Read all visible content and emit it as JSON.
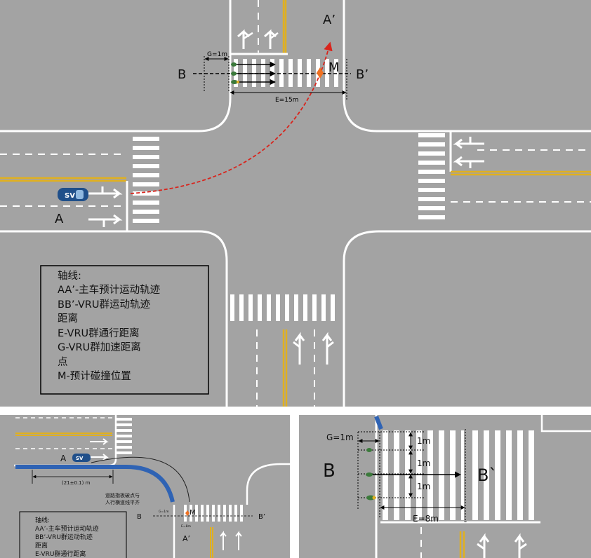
{
  "main": {
    "point_a_top": "A’",
    "point_a_left": "A",
    "point_b_left": "B",
    "point_b_right": "B’",
    "point_m": "M",
    "g_label": "G=1m",
    "e_label": "E=15m",
    "sv_label": "SV",
    "legend": {
      "lines": [
        "轴线:",
        "AA’-主车预计运动轨迹",
        "BB’-VRU群运动轨迹",
        "距离",
        "E-VRU群通行距离",
        "G-VRU群加速距离",
        "点",
        "M-预计碰撞位置"
      ]
    }
  },
  "panel_left": {
    "point_a": "A",
    "point_b": "B",
    "point_b_right": "B’",
    "point_a_bottom": "A’",
    "point_m": "M",
    "sv_label": "SV",
    "distance_label": "(21±0.1) m",
    "note_line1": "道路指板破点与",
    "note_line2": "人行横道线平齐",
    "g_label": "G=1m",
    "e_label": "E=8m",
    "legend": {
      "lines": [
        "轴线:",
        "AA’-主车预计运动轨迹",
        "BB’-VRU群运动轨迹",
        "距离",
        "E-VRU群通行距离"
      ]
    }
  },
  "panel_right": {
    "point_b": "B",
    "point_b_right": "B`",
    "g_label": "G=1m",
    "e_label": "E=8m",
    "spacing_labels": [
      "1m",
      "1m",
      "1m"
    ]
  },
  "colors": {
    "road": "#a3a3a3",
    "marking": "#ffffff",
    "yellow_line": "#e0b020",
    "trajectory": "#d9241c",
    "collision": "#f07020",
    "vehicle": "#1f4f8a",
    "path_blue": "#2f63b4"
  }
}
